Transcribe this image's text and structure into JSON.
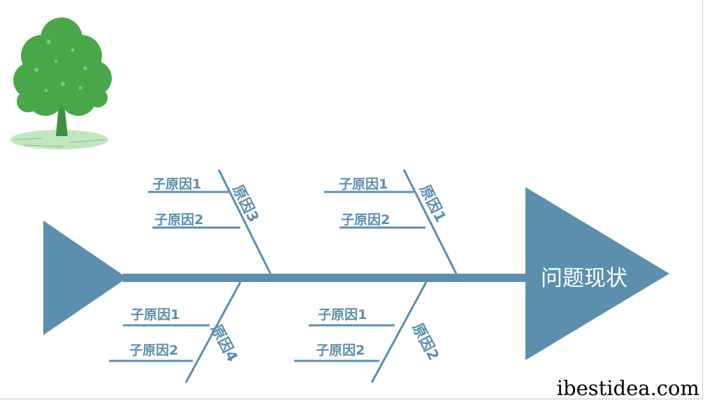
{
  "head": {
    "label": "问题现状"
  },
  "causes": [
    {
      "id": "cause-1",
      "label": "原因1",
      "subs": [
        "子原因1",
        "子原因2"
      ]
    },
    {
      "id": "cause-2",
      "label": "原因2",
      "subs": [
        "子原因1",
        "子原因2"
      ]
    },
    {
      "id": "cause-3",
      "label": "原因3",
      "subs": [
        "子原因1",
        "子原因2"
      ]
    },
    {
      "id": "cause-4",
      "label": "原因4",
      "subs": [
        "子原因1",
        "子原因2"
      ]
    }
  ],
  "watermark": "ibestidea.com",
  "colors": {
    "accent": "#5b8fad",
    "tree": "#4aa84a",
    "background": "#ffffff"
  },
  "icons": {
    "tree": "tree-icon"
  }
}
